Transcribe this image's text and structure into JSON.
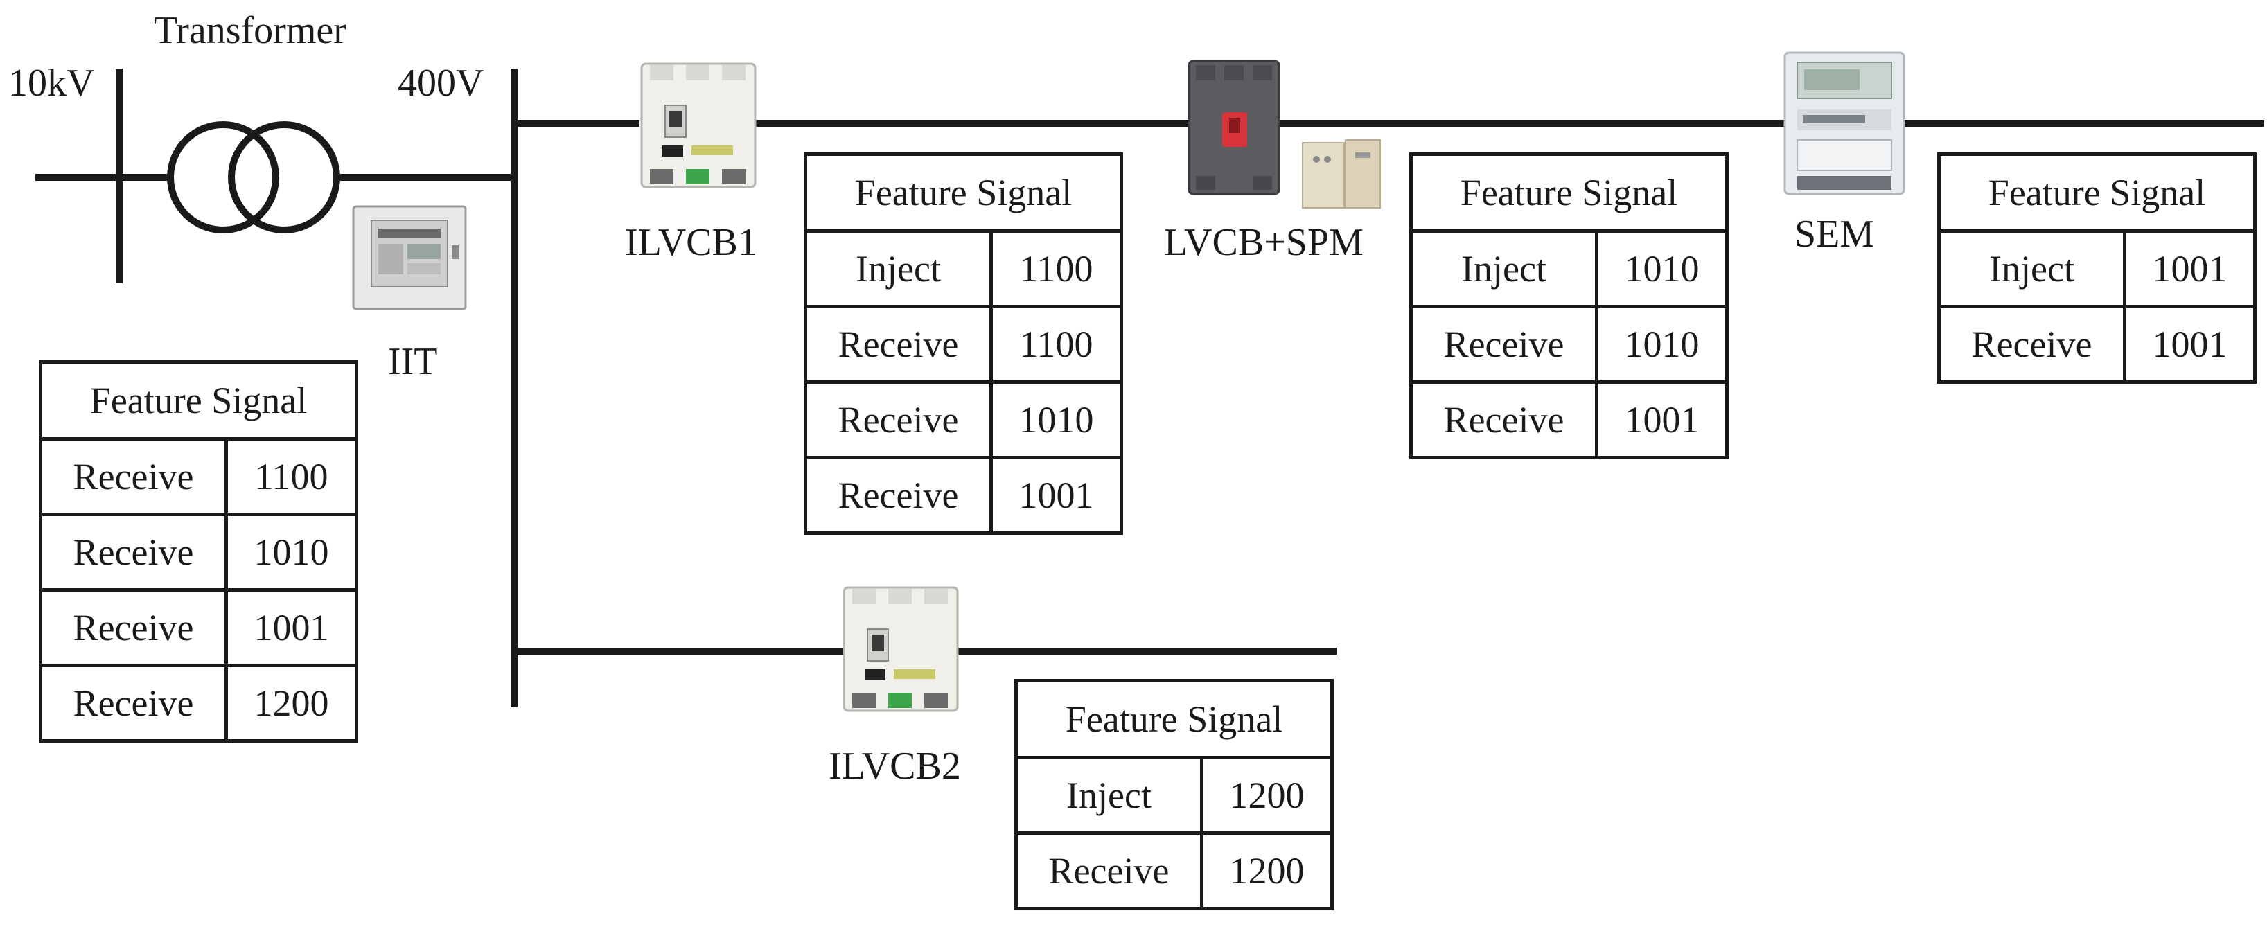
{
  "labels": {
    "v_primary": "10kV",
    "transformer": "Transformer",
    "v_secondary": "400V",
    "iit": "IIT",
    "ilvcb1": "ILVCB1",
    "lvcb_spm": "LVCB+SPM",
    "sem": "SEM",
    "ilvcb2": "ILVCB2"
  },
  "tables": {
    "iit": {
      "header": "Feature Signal",
      "rows": [
        {
          "action": "Receive",
          "code": "1100"
        },
        {
          "action": "Receive",
          "code": "1010"
        },
        {
          "action": "Receive",
          "code": "1001"
        },
        {
          "action": "Receive",
          "code": "1200"
        }
      ]
    },
    "ilvcb1": {
      "header": "Feature Signal",
      "rows": [
        {
          "action": "Inject",
          "code": "1100"
        },
        {
          "action": "Receive",
          "code": "1100"
        },
        {
          "action": "Receive",
          "code": "1010"
        },
        {
          "action": "Receive",
          "code": "1001"
        }
      ]
    },
    "lvcb_spm": {
      "header": "Feature Signal",
      "rows": [
        {
          "action": "Inject",
          "code": "1010"
        },
        {
          "action": "Receive",
          "code": "1010"
        },
        {
          "action": "Receive",
          "code": "1001"
        }
      ]
    },
    "sem": {
      "header": "Feature Signal",
      "rows": [
        {
          "action": "Inject",
          "code": "1001"
        },
        {
          "action": "Receive",
          "code": "1001"
        }
      ]
    },
    "ilvcb2": {
      "header": "Feature Signal",
      "rows": [
        {
          "action": "Inject",
          "code": "1200"
        },
        {
          "action": "Receive",
          "code": "1200"
        }
      ]
    }
  },
  "icons": {
    "transformer": "transformer-symbol-icon",
    "iit": "iit-device-icon",
    "ilvcb": "intelligent-breaker-icon",
    "lvcb": "molded-case-breaker-icon",
    "spm": "protection-module-icon",
    "sem": "smart-energy-meter-icon"
  }
}
